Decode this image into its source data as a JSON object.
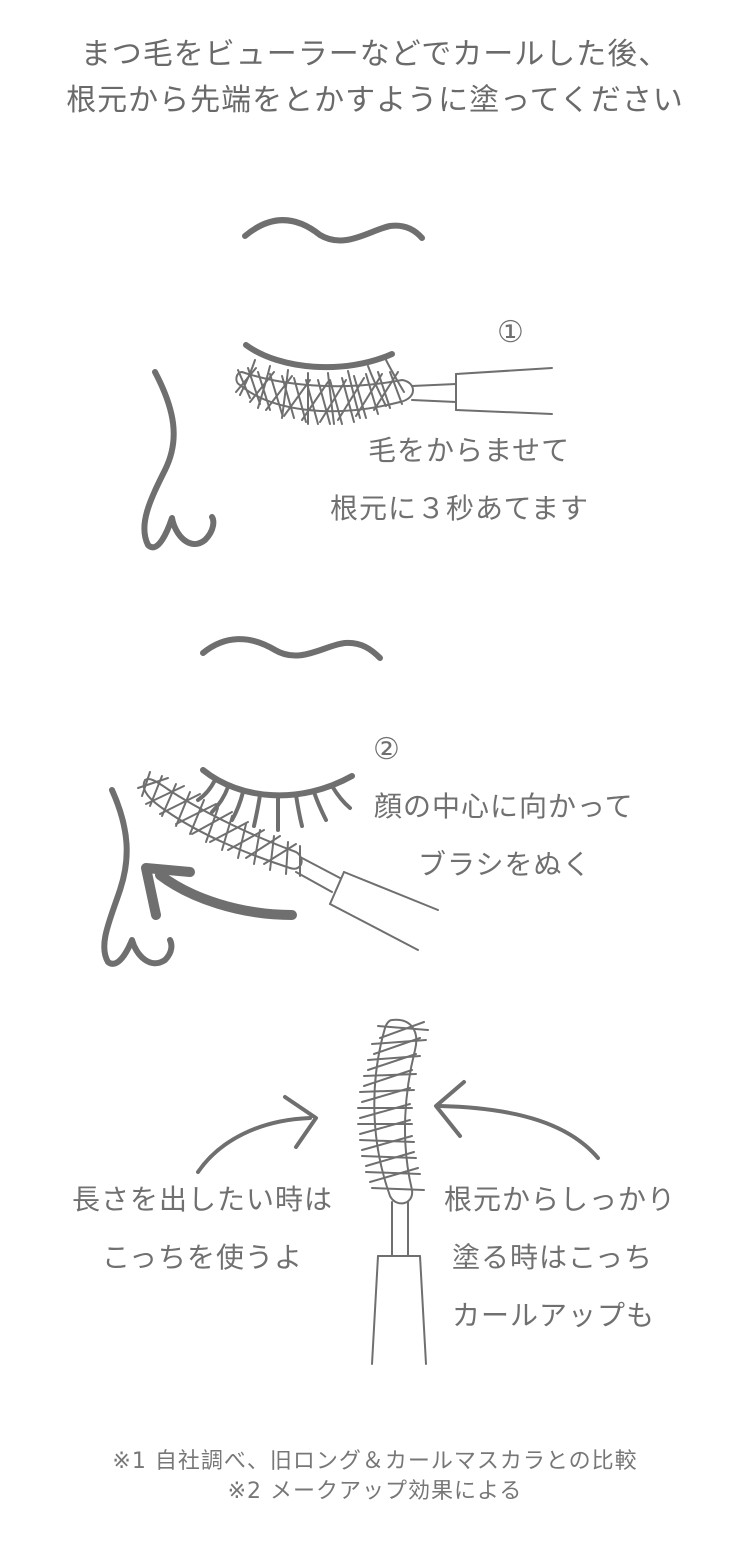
{
  "title": {
    "line1": "まつ毛をビューラーなどでカールした後、",
    "line2": "根元から先端をとかすように塗ってください"
  },
  "step1": {
    "number": "①",
    "caption_line1": "毛をからませて",
    "caption_line2": "根元に３秒あてます"
  },
  "step2": {
    "number": "②",
    "caption_line1": "顔の中心に向かって",
    "caption_line2": "ブラシをぬく"
  },
  "brush_guide": {
    "left_line1": "長さを出したい時は",
    "left_line2": "こっちを使うよ",
    "right_line1": "根元からしっかり",
    "right_line2": "塗る時はこっち",
    "right_line3": "カールアップも"
  },
  "footnotes": {
    "note1": "※1 自社調べ、旧ロング＆カールマスカラとの比較",
    "note2": "※2 メークアップ効果による"
  }
}
